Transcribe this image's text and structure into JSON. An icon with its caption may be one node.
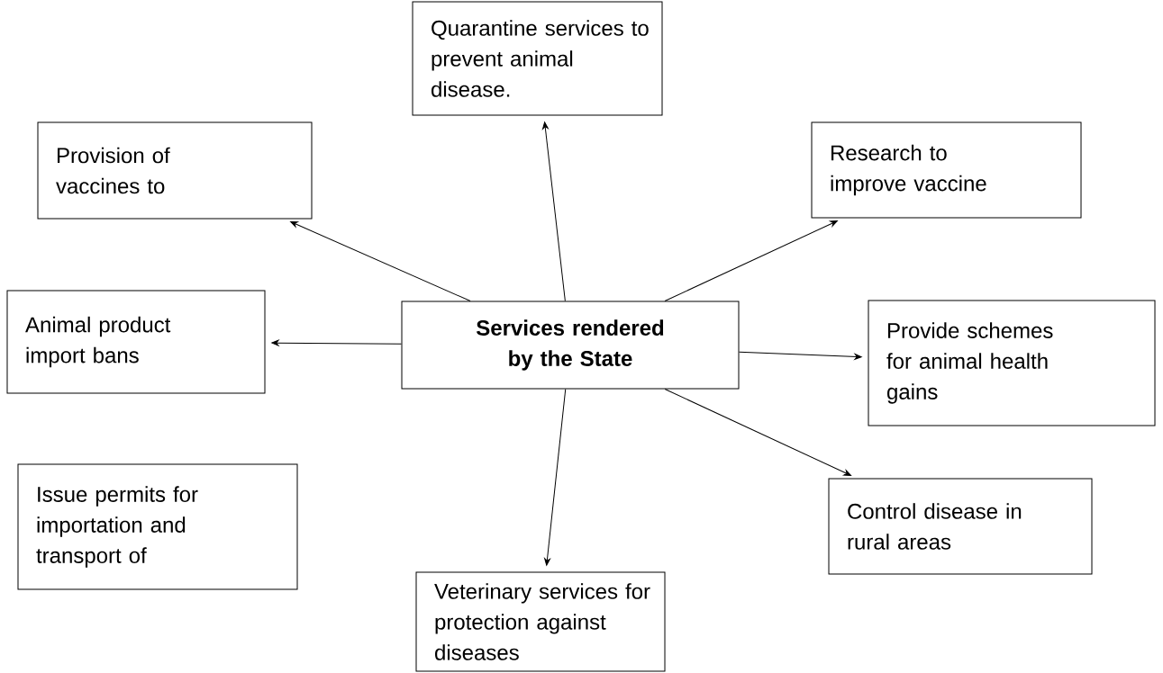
{
  "diagram": {
    "nodes": [
      {
        "text": [
          "Quarantine services to prevent animal disease."
        ]
      },
      {
        "text": [
          "Provision of vaccines to"
        ]
      },
      {
        "text": [
          "Research to improve vaccine"
        ]
      },
      {
        "text": [
          "Animal product import bans"
        ]
      },
      {
        "text": [
          "Services rendered by the State"
        ]
      },
      {
        "text": [
          "Provide schemes for animal health gains"
        ]
      },
      {
        "text": [
          "Issue permits for importation and transport of"
        ]
      },
      {
        "text": [
          "Control disease in rural areas"
        ]
      },
      {
        "text": [
          "Veterinary services for protection against diseases"
        ]
      }
    ],
    "edges": [
      {
        "from": 4,
        "to": 0,
        "arrow": "to"
      },
      {
        "from": 4,
        "to": 1,
        "arrow": "to"
      },
      {
        "from": 4,
        "to": 2,
        "arrow": "to"
      },
      {
        "from": 4,
        "to": 3,
        "arrow": "to"
      },
      {
        "from": 4,
        "to": 5,
        "arrow": "to"
      },
      {
        "from": 4,
        "to": 7,
        "arrow": "to"
      },
      {
        "from": 4,
        "to": 8,
        "arrow": "to"
      }
    ]
  }
}
